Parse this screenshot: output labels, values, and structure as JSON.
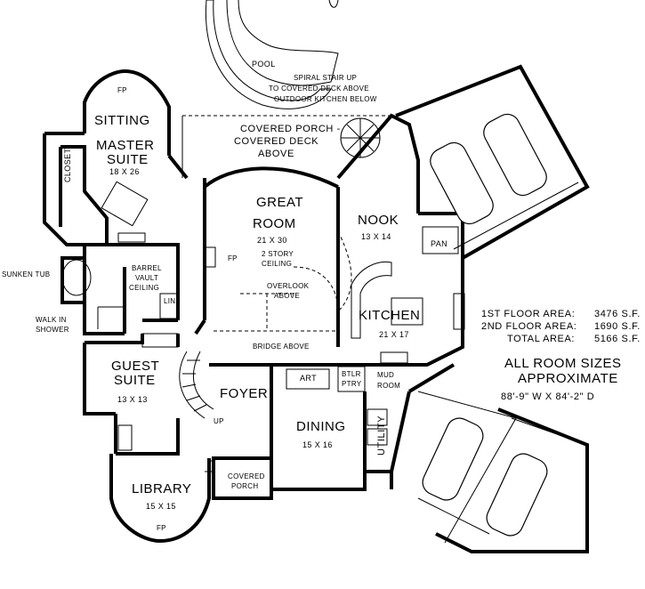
{
  "rooms": {
    "pool": "POOL",
    "spiral_stair": [
      "SPIRAL STAIR UP",
      "TO COVERED DECK ABOVE",
      "OUTDOOR KITCHEN BELOW"
    ],
    "sitting": "SITTING",
    "master_suite": {
      "name": [
        "MASTER",
        "SUITE"
      ],
      "size": "18 X 26"
    },
    "fp_master": "FP",
    "covered_porch_deck": [
      "COVERED PORCH -",
      "COVERED DECK",
      "ABOVE"
    ],
    "great_room": {
      "name": [
        "GREAT",
        "ROOM"
      ],
      "size": "21 X 30",
      "note": [
        "2 STORY",
        "CEILING"
      ]
    },
    "fp_great": "FP",
    "nook": {
      "name": "NOOK",
      "size": "13 X 14"
    },
    "pan": "PAN",
    "closet": "CLOSET",
    "sunken_tub": "SUNKEN TUB",
    "barrel_vault": [
      "BARREL",
      "VAULT",
      "CEILING"
    ],
    "lin": "LIN",
    "overlook": [
      "OVERLOOK",
      "ABOVE"
    ],
    "kitchen": {
      "name": "KITCHEN",
      "size": "21 X 17"
    },
    "walk_in_shower": [
      "WALK IN",
      "SHOWER"
    ],
    "bridge_above": "BRIDGE ABOVE",
    "guest_suite": {
      "name": [
        "GUEST",
        "SUITE"
      ],
      "size": "13 X 13"
    },
    "art": "ART",
    "btlr_ptry": [
      "BTLR",
      "PTRY"
    ],
    "mud_room": [
      "MUD",
      "ROOM"
    ],
    "foyer": "FOYER",
    "up": "UP",
    "dining": {
      "name": "DINING",
      "size": "15 X 16"
    },
    "utility": "UTILITY",
    "covered_porch": [
      "COVERED",
      "PORCH"
    ],
    "library": {
      "name": "LIBRARY",
      "size": "15 X 15"
    },
    "fp_library": "FP"
  },
  "areas": {
    "first": {
      "label": "1ST FLOOR AREA:",
      "value": "3476 S.F."
    },
    "second": {
      "label": "2ND FLOOR AREA:",
      "value": "1690 S.F."
    },
    "total": {
      "label": "TOTAL AREA:",
      "value": "5166 S.F."
    }
  },
  "room_sizes_note": [
    "ALL ROOM SIZES",
    "APPROXIMATE"
  ],
  "overall_dimensions": "88'-9\" W X 84'-2\" D"
}
